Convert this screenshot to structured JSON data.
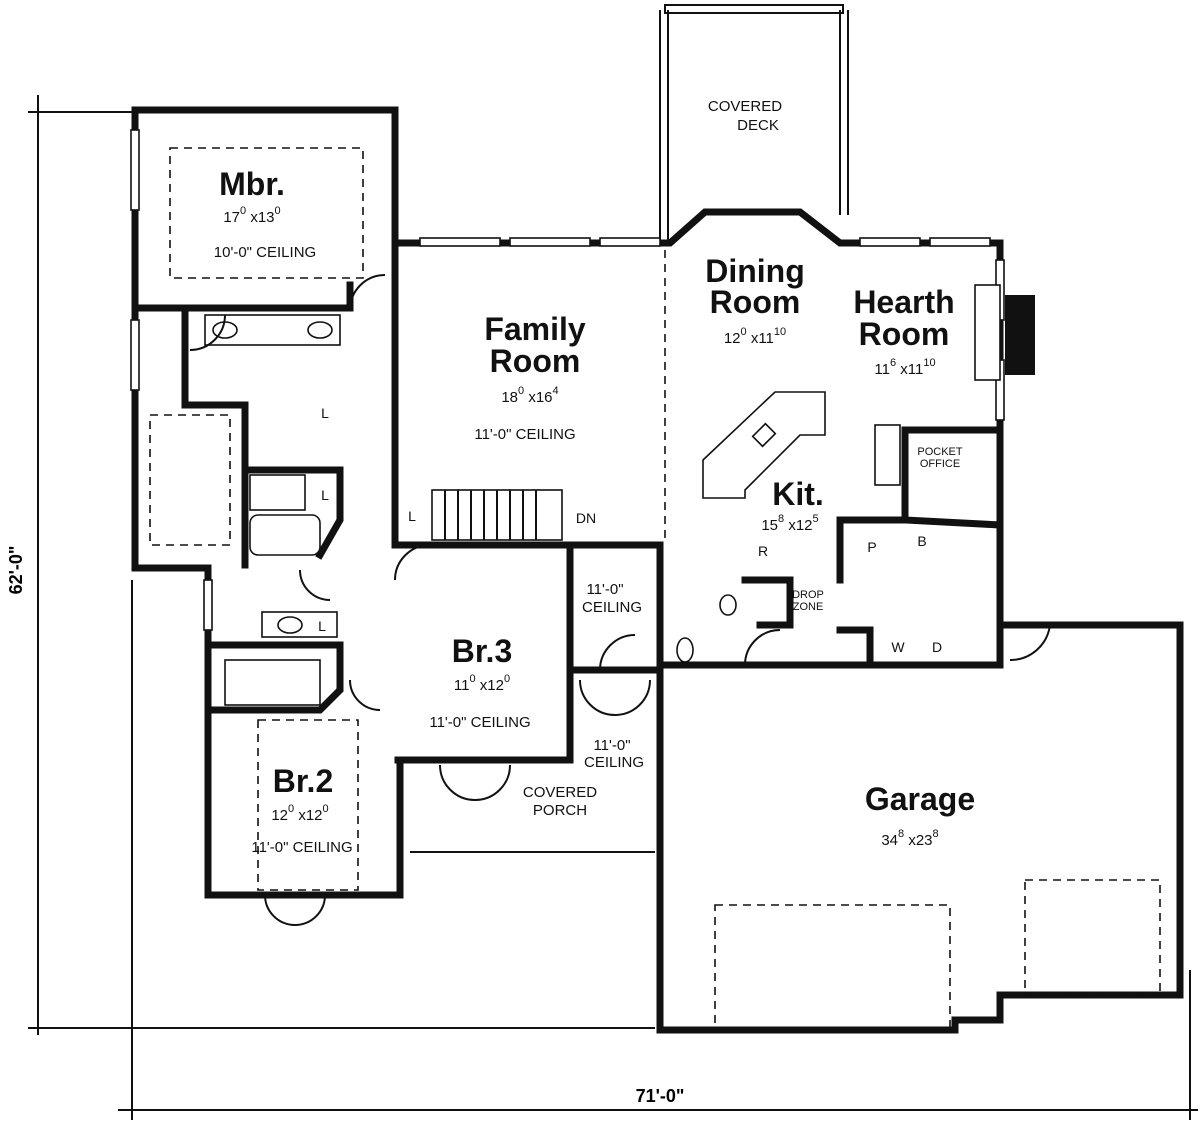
{
  "rooms": {
    "mbr": {
      "name": "Mbr.",
      "w": "17",
      "w_in": "0",
      "d": "13",
      "d_in": "0",
      "ceiling": "10'-0\" CEILING"
    },
    "family": {
      "name1": "Family",
      "name2": "Room",
      "w": "18",
      "w_in": "0",
      "d": "16",
      "d_in": "4",
      "ceiling": "11'-0\" CEILING"
    },
    "dining": {
      "name1": "Dining",
      "name2": "Room",
      "w": "12",
      "w_in": "0",
      "d": "11",
      "d_in": "10"
    },
    "hearth": {
      "name1": "Hearth",
      "name2": "Room",
      "w": "11",
      "w_in": "6",
      "d": "11",
      "d_in": "10"
    },
    "kit": {
      "name": "Kit.",
      "w": "15",
      "w_in": "8",
      "d": "12",
      "d_in": "5"
    },
    "br3": {
      "name": "Br.3",
      "w": "11",
      "w_in": "0",
      "d": "12",
      "d_in": "0",
      "ceiling": "11'-0\" CEILING"
    },
    "br2": {
      "name": "Br.2",
      "w": "12",
      "w_in": "0",
      "d": "12",
      "d_in": "0",
      "ceiling": "11'-0\" CEILING"
    },
    "garage": {
      "name": "Garage",
      "w": "34",
      "w_in": "8",
      "d": "23",
      "d_in": "8"
    }
  },
  "labels": {
    "covered_deck_1": "COVERED",
    "covered_deck_2": "DECK",
    "covered_porch_1": "COVERED",
    "covered_porch_2": "PORCH",
    "ceiling_hall_1": "11'-0\"",
    "ceiling_hall_2": "CEILING",
    "ceiling_entry_1": "11'-0\"",
    "ceiling_entry_2": "CEILING",
    "pocket_office_1": "POCKET",
    "pocket_office_2": "OFFICE",
    "drop_zone_1": "DROP",
    "drop_zone_2": "ZONE",
    "stair_dn": "DN",
    "linen": "L",
    "pantry": "P",
    "bench": "B",
    "refrigerator": "R",
    "washer": "W",
    "dryer": "D"
  },
  "dimensions": {
    "depth": "62'-0\"",
    "width": "71'-0\""
  }
}
